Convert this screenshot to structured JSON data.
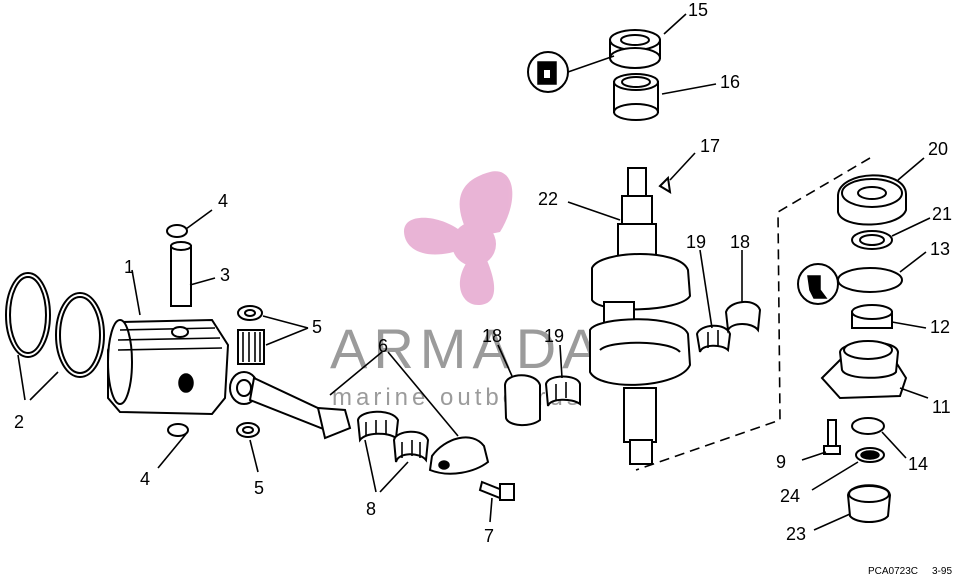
{
  "watermark": {
    "brand": "ARMADA",
    "tagline": "marine outboards",
    "logo_icon": "propeller-icon",
    "logo_color": "#e6a8cf",
    "text_color": "#7a7a7a"
  },
  "callouts": {
    "c1": "1",
    "c2": "2",
    "c3": "3",
    "c4a": "4",
    "c4b": "4",
    "c5a": "5",
    "c5b": "5",
    "c6": "6",
    "c7": "7",
    "c8": "8",
    "c9": "9",
    "c11": "11",
    "c12": "12",
    "c13": "13",
    "c14": "14",
    "c15": "15",
    "c16": "16",
    "c17": "17",
    "c18a": "18",
    "c18b": "18",
    "c19a": "19",
    "c19b": "19",
    "c20": "20",
    "c21": "21",
    "c22": "22",
    "c23": "23",
    "c24": "24"
  },
  "drawing_code": "PCA0723C",
  "drawing_date": "3-95",
  "icons": {
    "seal_tool": "seal-installer-icon",
    "grease": "grease-gun-icon"
  }
}
